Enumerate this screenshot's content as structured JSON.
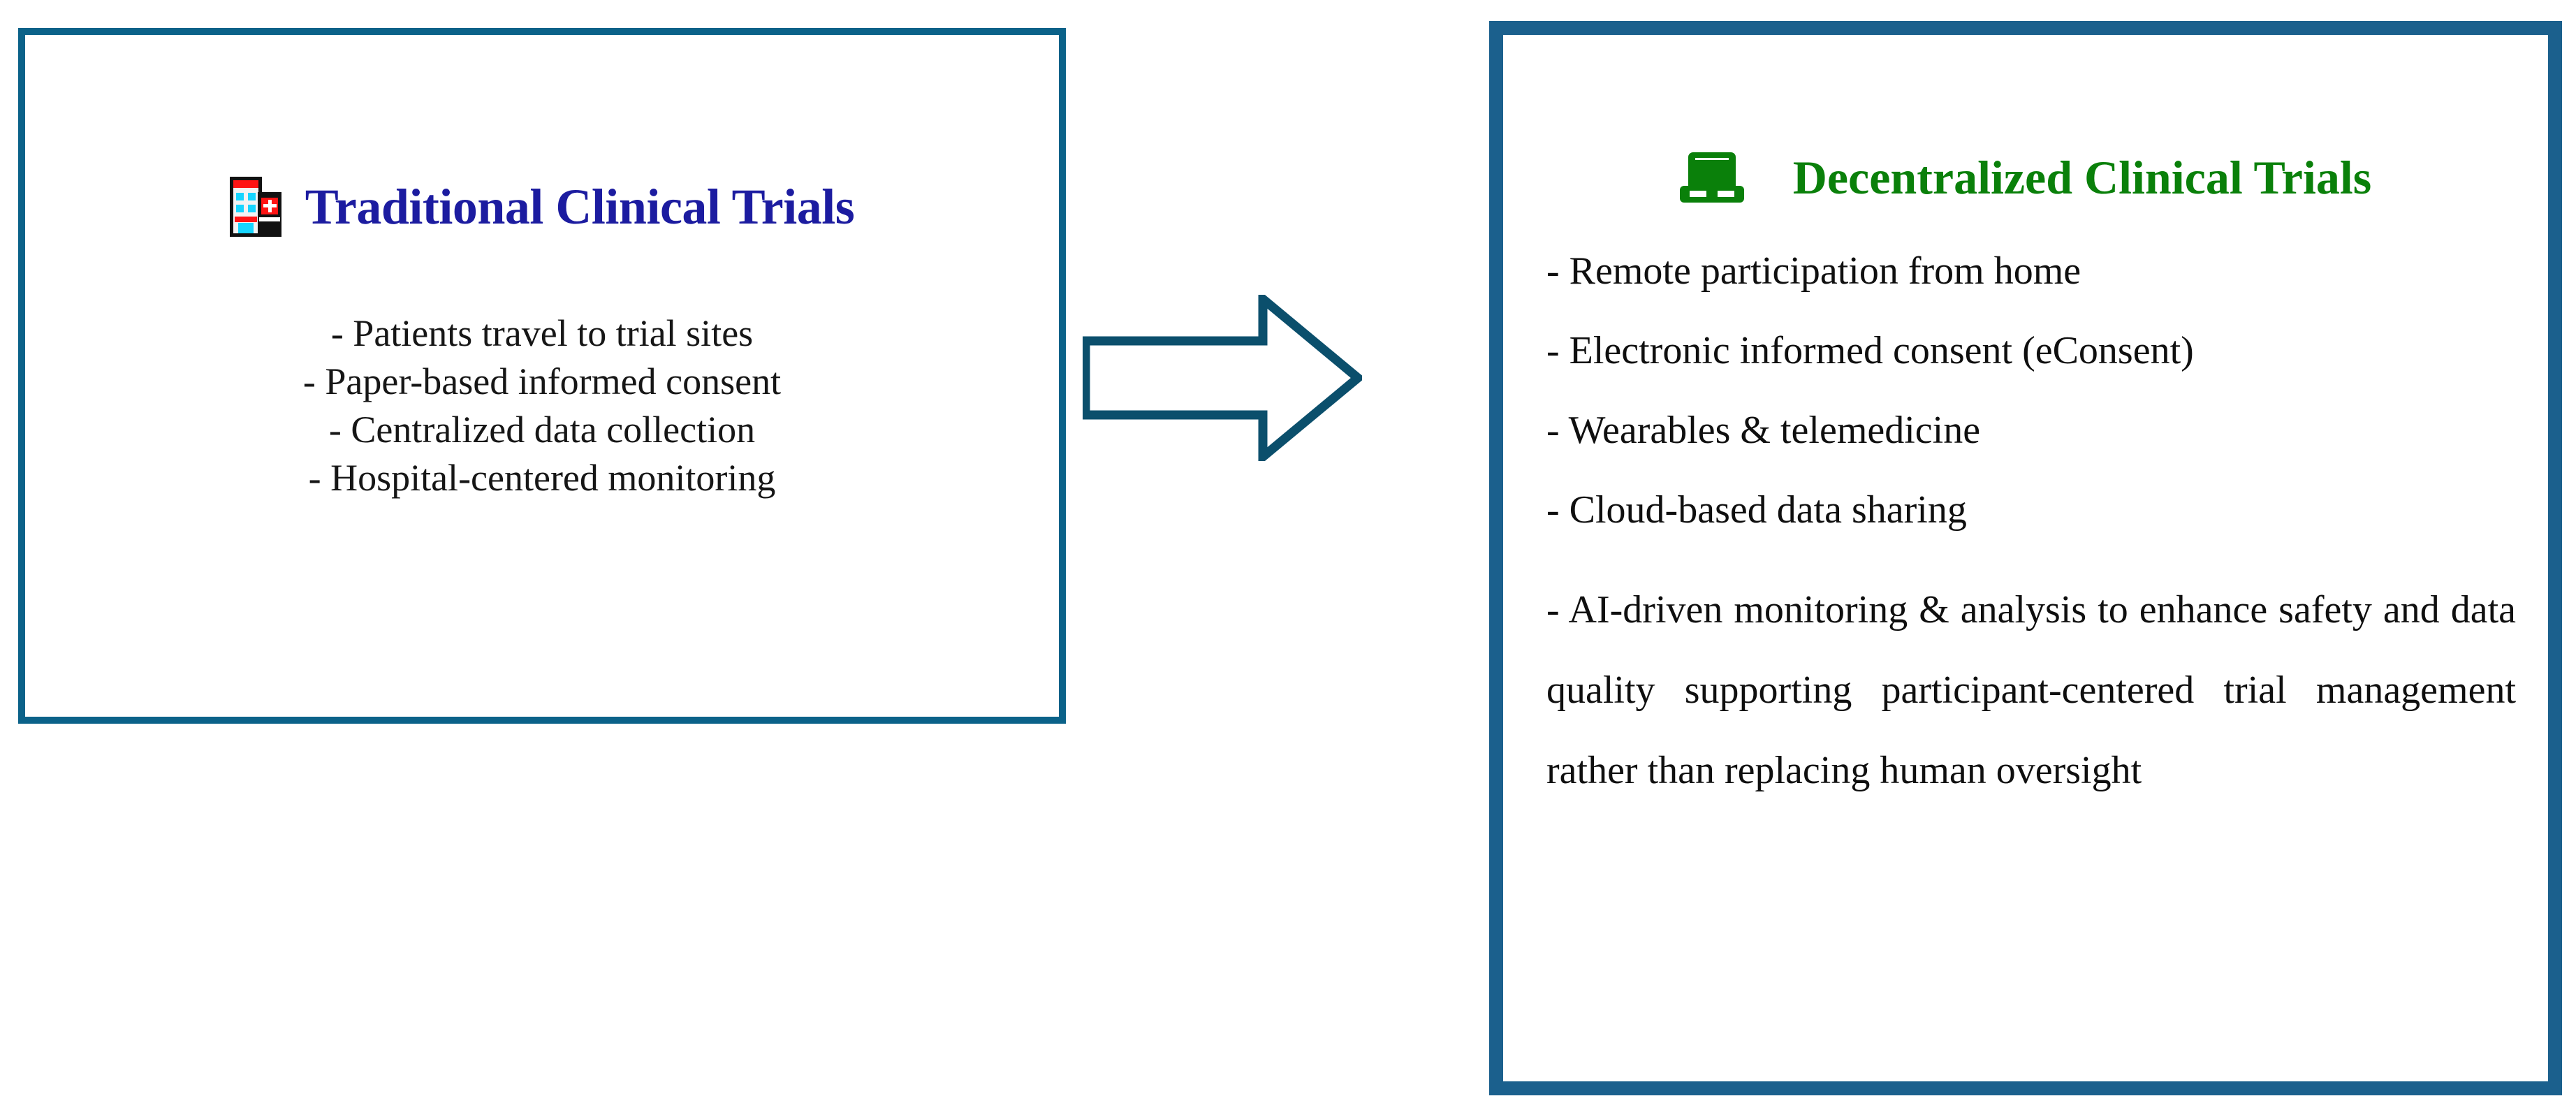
{
  "diagram": {
    "type": "two-panel comparison with transition arrow",
    "left_panel": {
      "icon": "hospital-icon",
      "title": "Traditional Clinical Trials",
      "title_color": "#1C1CA0",
      "border_color": "#0B6289",
      "bullets": [
        "- Patients travel to trial sites",
        "- Paper-based informed consent",
        "- Centralized data collection",
        "- Hospital-centered monitoring"
      ]
    },
    "arrow": {
      "name": "right-block-arrow",
      "direction": "right",
      "color": "#0B4F6C",
      "fill": "#ffffff"
    },
    "right_panel": {
      "icon": "laptop-icon",
      "title": "Decentralized Clinical Trials",
      "title_color": "#0A800A",
      "border_color": "#1B608D",
      "items": [
        "- Remote participation from home",
        "- Electronic informed consent (eConsent)",
        "- Wearables & telemedicine",
        "- Cloud-based data sharing"
      ],
      "paragraph": "- AI-driven monitoring & analysis to enhance safety and data quality supporting participant-centered trial management rather than replacing human oversight"
    }
  }
}
